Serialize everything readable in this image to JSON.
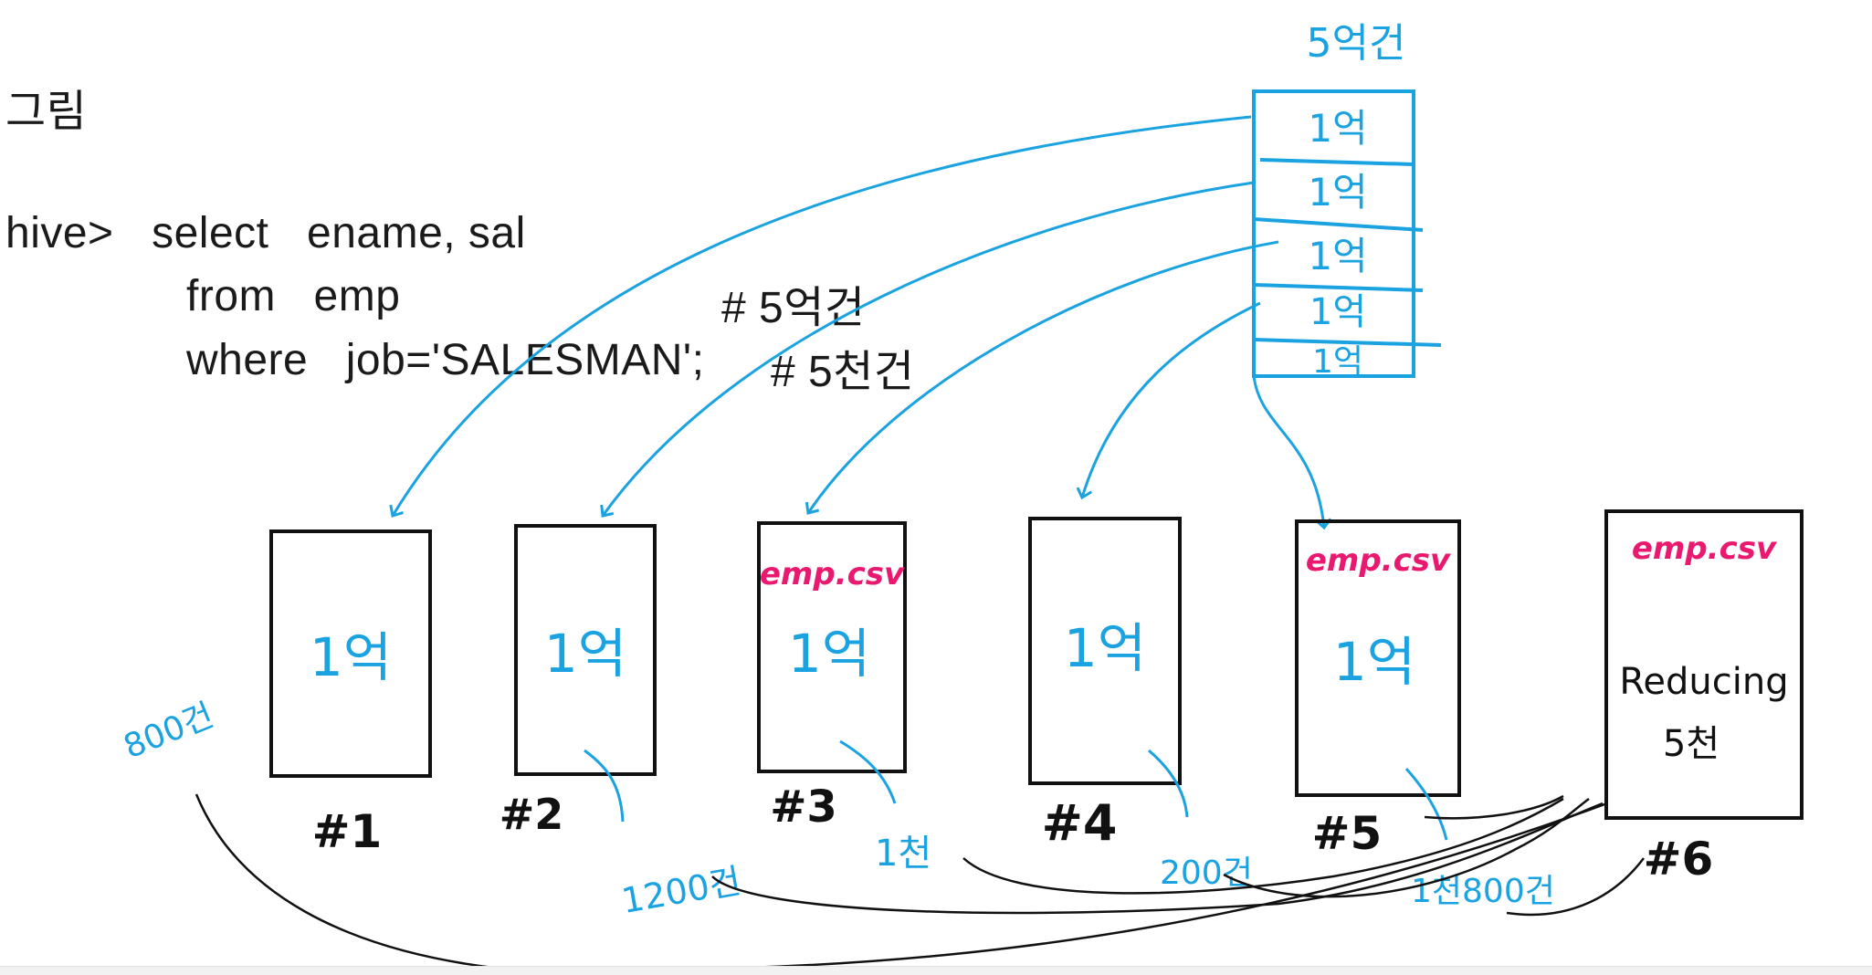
{
  "heading": "그림",
  "query": {
    "line1": "hive>   select   ename, sal",
    "line2": "from   emp",
    "line3": "where   job='SALESMAN';",
    "comment_total": "# 5억건",
    "comment_filtered": "# 5천건"
  },
  "source_table": {
    "label": "5억건",
    "blocks": [
      "1억",
      "1억",
      "1억",
      "1억",
      "1억"
    ]
  },
  "nodes": [
    {
      "id": "#1",
      "content": "1억",
      "file": ""
    },
    {
      "id": "#2",
      "content": "1억",
      "file": ""
    },
    {
      "id": "#3",
      "content": "1억",
      "file": "emp.csv"
    },
    {
      "id": "#4",
      "content": "1억",
      "file": ""
    },
    {
      "id": "#5",
      "content": "1억",
      "file": "emp.csv"
    },
    {
      "id": "#6",
      "content": "Reducing",
      "file": "emp.csv",
      "result": "5천"
    }
  ],
  "counts": [
    "800건",
    "1200건",
    "1천",
    "200건",
    "1천800건"
  ],
  "colors": {
    "text": "#1a1a1a",
    "ink_blue": "#1aa3e0",
    "ink_pink": "#e8196e",
    "ink_black": "#111111"
  }
}
